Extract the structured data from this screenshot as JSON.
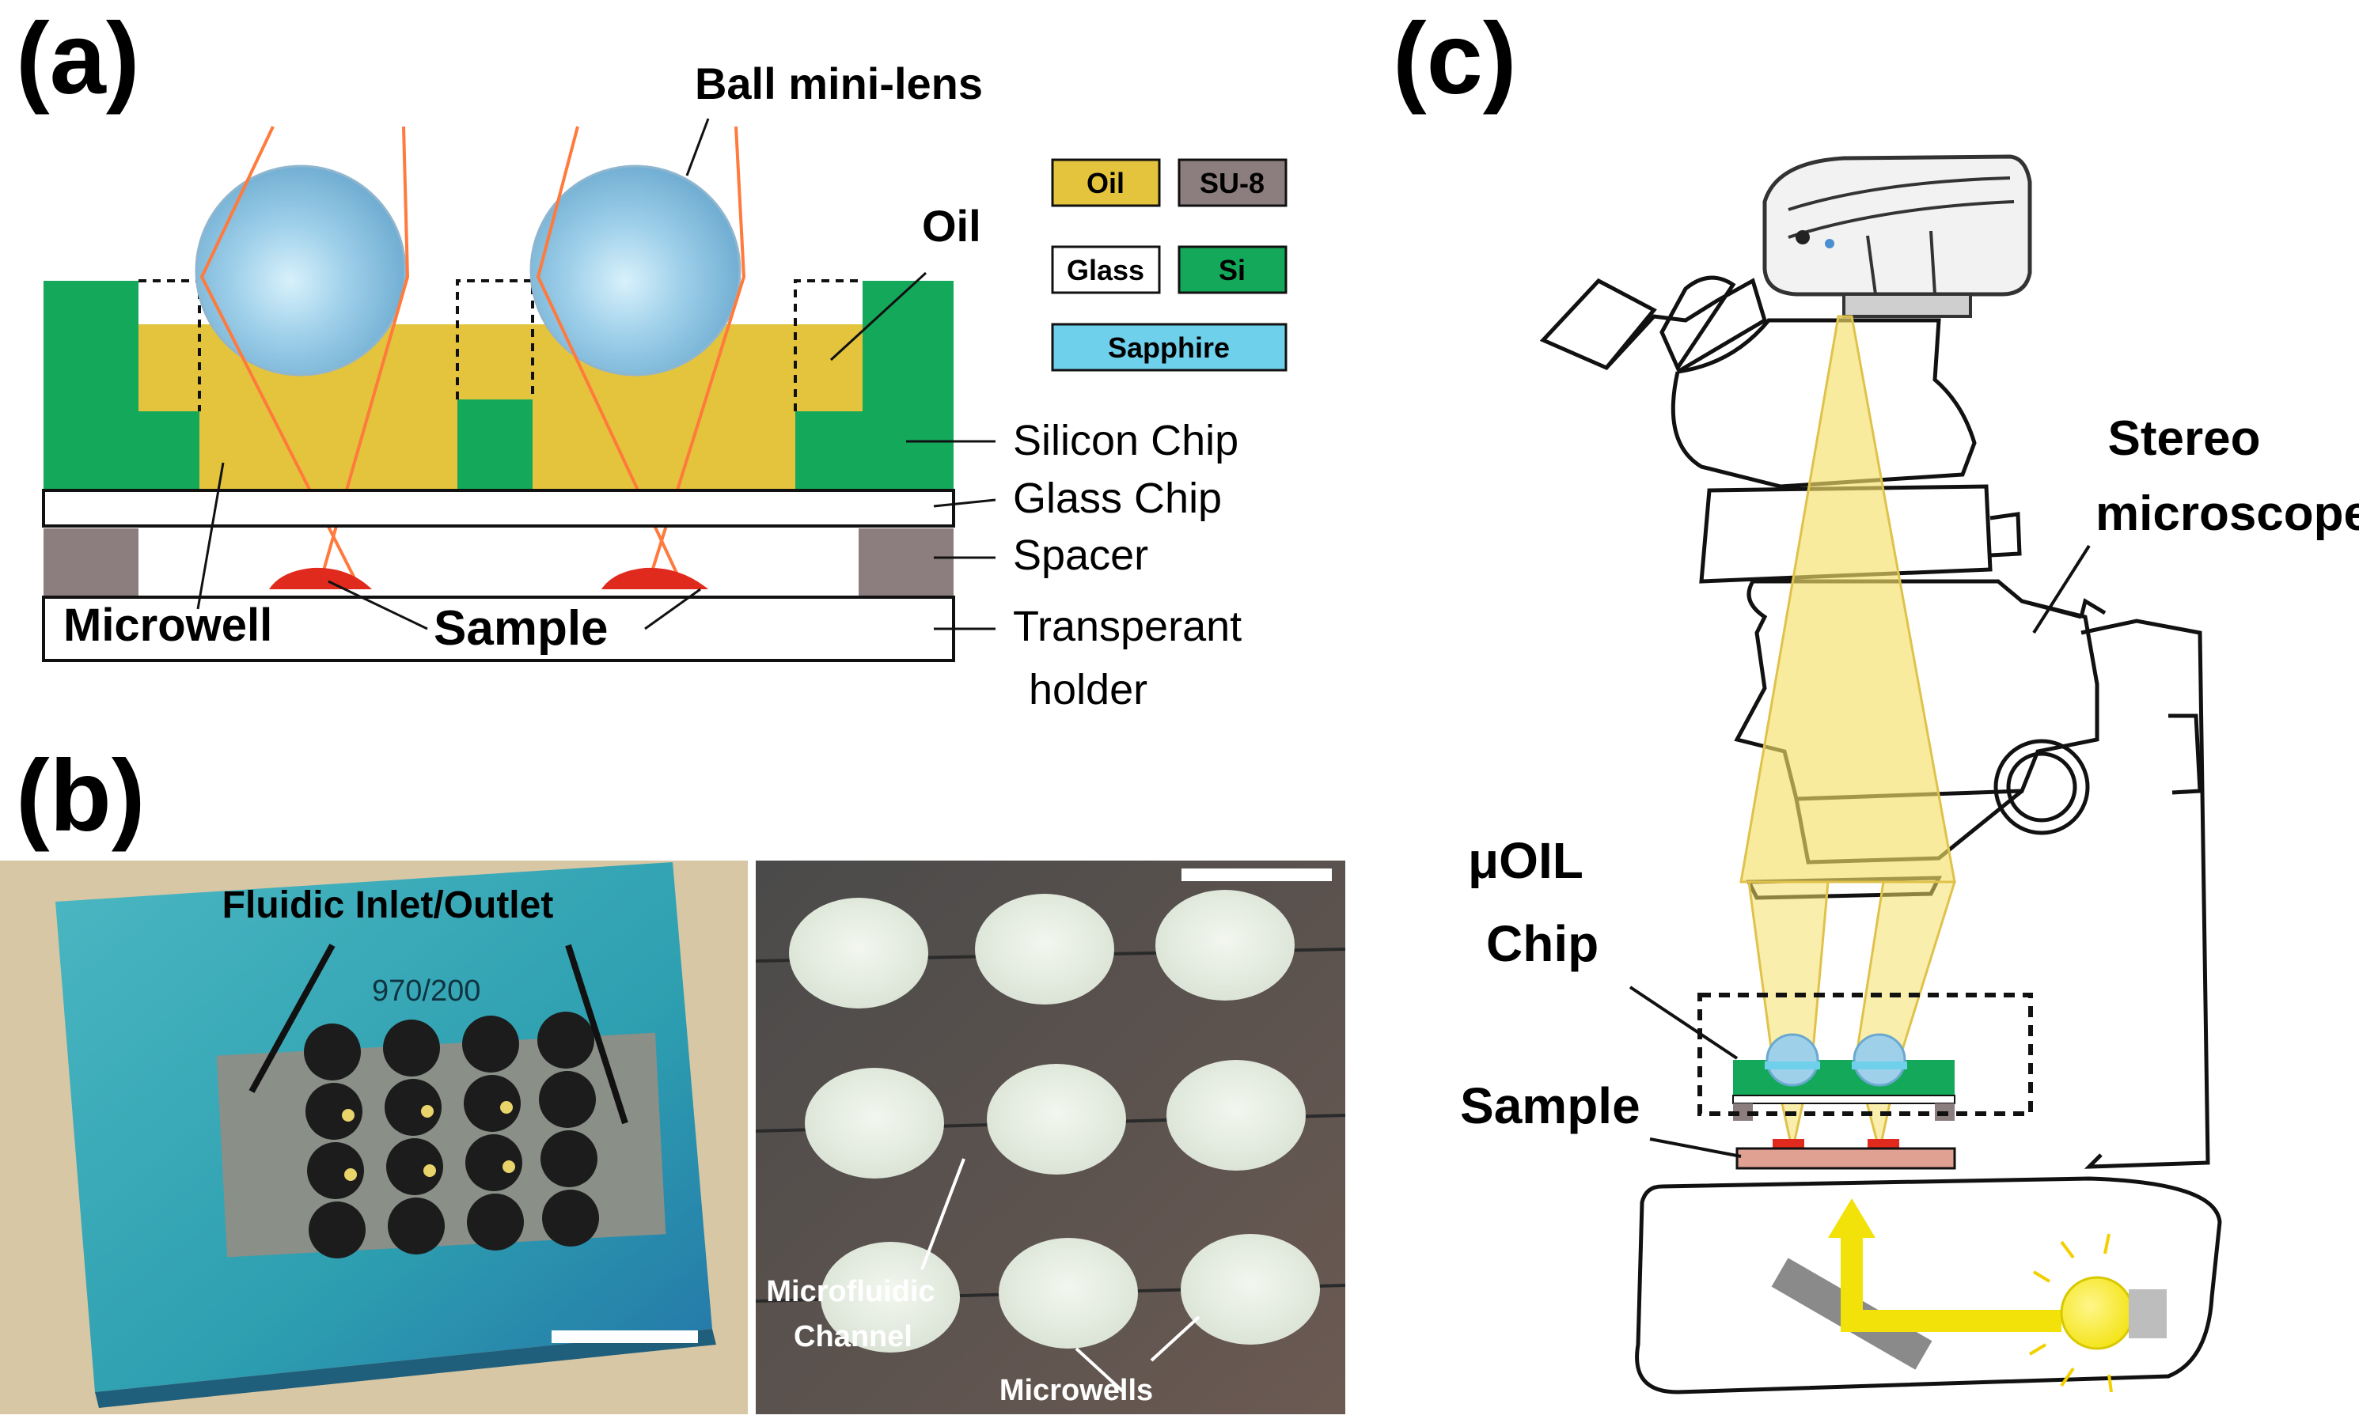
{
  "panels": {
    "a": "(a)",
    "b": "(b)",
    "c": "(c)"
  },
  "panel_a": {
    "ball_lens": "Ball mini-lens",
    "oil": "Oil",
    "silicon_chip": "Silicon Chip",
    "glass_chip": "Glass Chip",
    "spacer": "Spacer",
    "transparent_holder_line1": "Transperant",
    "transparent_holder_line2": "holder",
    "microwell": "Microwell",
    "sample": "Sample",
    "legend": [
      {
        "label": "Oil",
        "color": "#e3c43c"
      },
      {
        "label": "SU-8",
        "color": "#8c7d7e"
      },
      {
        "label": "Glass",
        "color": "#ffffff"
      },
      {
        "label": "Si",
        "color": "#14a85a"
      },
      {
        "label": "Sapphire",
        "color": "#6fd0ec"
      }
    ]
  },
  "panel_b": {
    "left_photo": {
      "inlet_outlet": "Fluidic Inlet/Outlet",
      "chip_marking": "970/200"
    },
    "right_photo": {
      "channel_line1": "Microfluidic",
      "channel_line2": "Channel",
      "microwells": "Microwells"
    }
  },
  "panel_c": {
    "microscope_line1": "Stereo",
    "microscope_line2": "microscope",
    "chip_line1": "μOIL",
    "chip_line2": "Chip",
    "sample": "Sample"
  },
  "colors": {
    "silicon": "#14a85a",
    "oil": "#e3c43c",
    "su8": "#8c7d7e",
    "sapphire": "#6fd0ec",
    "light_ray": "#ff7a3c",
    "sample": "#e02a1e",
    "beam": "#f5e06a"
  }
}
